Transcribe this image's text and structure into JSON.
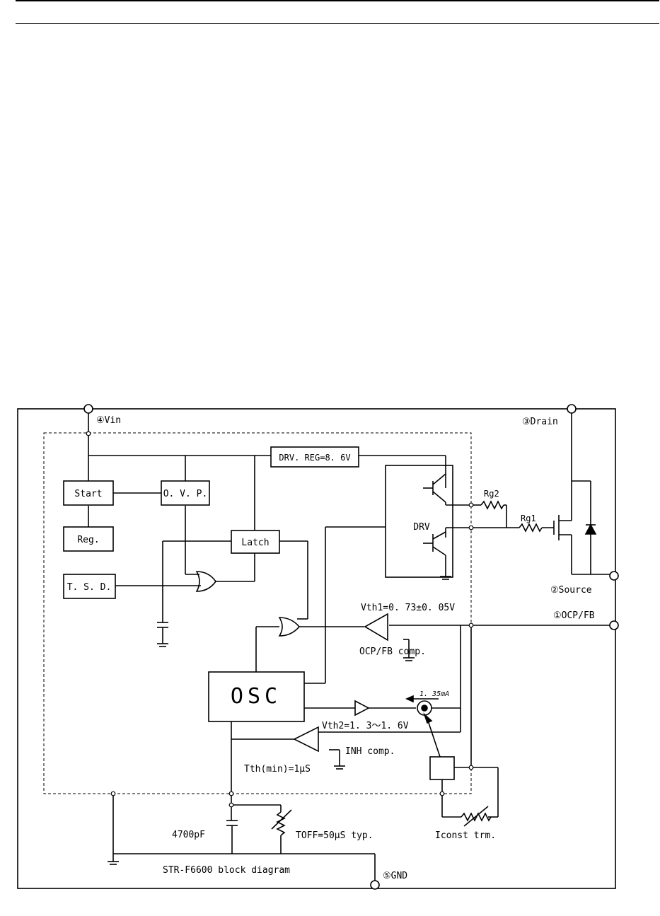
{
  "title": "STR-F6600 block diagram",
  "pins": {
    "vin": "④Vin",
    "drain": "③Drain",
    "source": "②Source",
    "ocp_fb": "①OCP/FB",
    "gnd": "⑤GND"
  },
  "blocks": {
    "start": "Start",
    "reg": "Reg.",
    "ovp": "O. V. P.",
    "tsd": "T. S. D.",
    "latch": "Latch",
    "drv_reg": "DRV. REG=8. 6V",
    "drv": "DRV",
    "osc": "OSC"
  },
  "labels": {
    "rg2": "Rg2",
    "rg1": "Rg1",
    "vth1": "Vth1=0. 73±0. 05V",
    "ocp_comp": "OCP/FB comp.",
    "current": "1. 35mA",
    "vth2": "Vth2=1. 3～1. 6V",
    "inh_comp": "INH comp.",
    "tth": "Tth(min)=1μS",
    "cap": "4700pF",
    "toff": "TOFF=50μS typ.",
    "iconst": "Iconst trm."
  }
}
